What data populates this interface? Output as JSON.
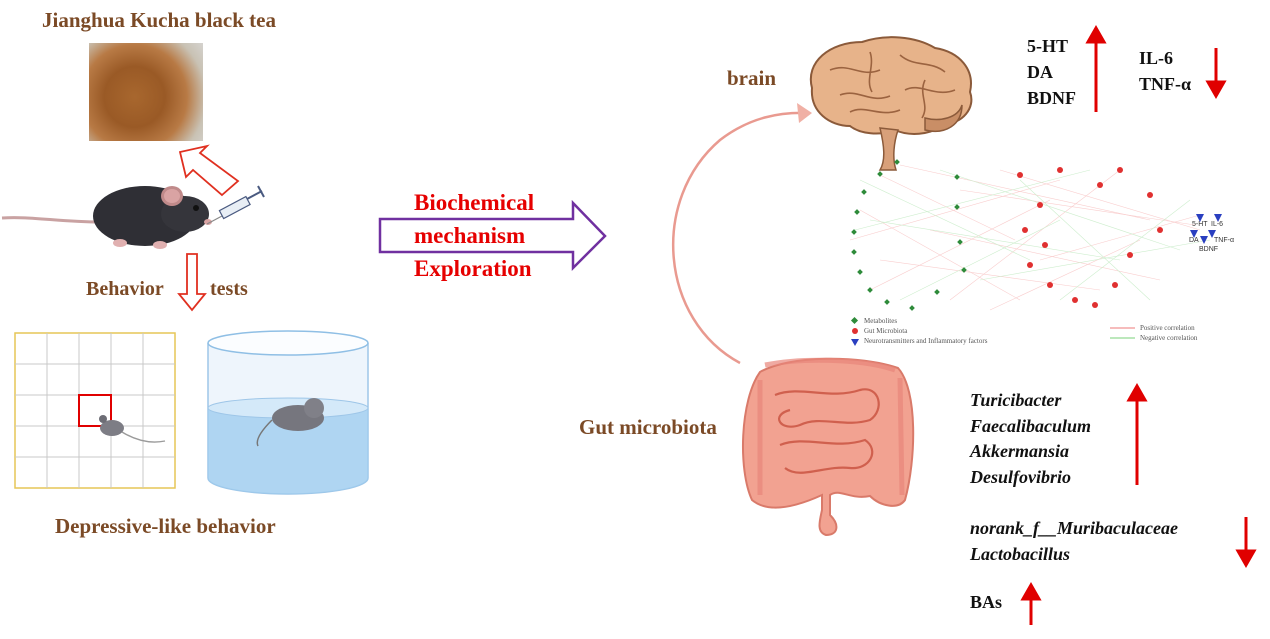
{
  "tea": {
    "title": "Jianghua Kucha black tea"
  },
  "behavior": {
    "word1": "Behavior",
    "word2": "tests",
    "result": "Depressive-like behavior"
  },
  "mechanism": {
    "line1": "Biochemical",
    "line2": "mechanism",
    "line3": "Exploration"
  },
  "brain": {
    "label": "brain",
    "up_markers": [
      "5-HT",
      "DA",
      "BDNF"
    ],
    "down_markers": [
      "IL-6",
      "TNF-α"
    ]
  },
  "network": {
    "legend": {
      "metabolites": "Metabolites",
      "microbiota": "Gut Microbiota",
      "neuro": "Neurotransmitters and Inflammatory factors",
      "positive": "Positive correlation",
      "negative": "Negative correlation"
    },
    "factor_labels": [
      "5-HT",
      "IL-6",
      "DA",
      "TNF-α",
      "BDNF"
    ]
  },
  "gut": {
    "label": "Gut microbiota",
    "up_taxa": [
      "Turicibacter",
      "Faecalibaculum",
      "Akkermansia",
      "Desulfovibrio"
    ],
    "down_taxa": [
      "norank_f__Muribaculaceae",
      "Lactobacillus"
    ],
    "bas_label": "BAs"
  },
  "colors": {
    "title_brown": "#7b4a26",
    "mechanism_red": "#e60000",
    "arrow_purple": "#7030a0",
    "up_down_arrow_red": "#e00000",
    "positive_line": "#f4a6a6",
    "negative_line": "#a6e0a6",
    "metabolite_node": "#2e8b3a",
    "microbiota_node": "#e03030",
    "factor_node": "#2a3fc0"
  }
}
